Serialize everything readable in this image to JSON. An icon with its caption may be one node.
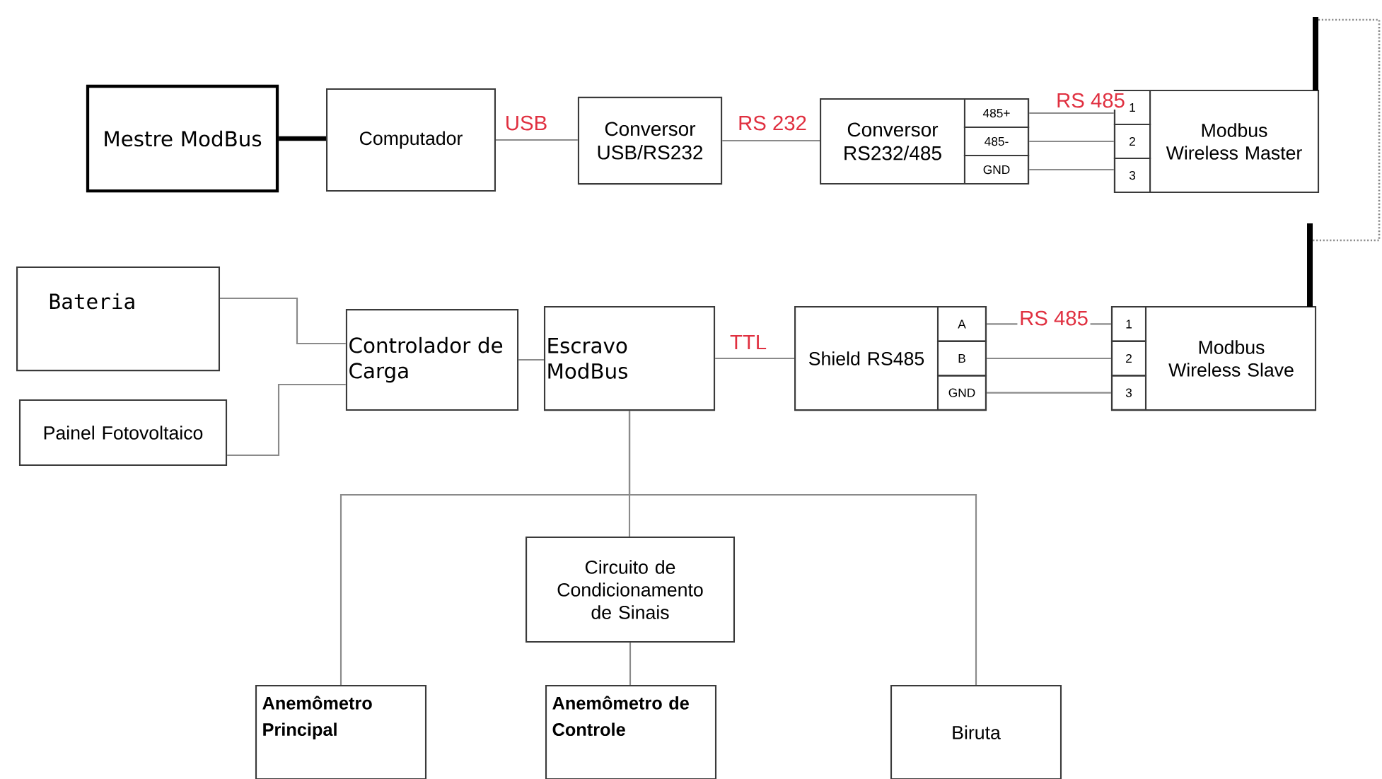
{
  "diagram": {
    "nodes": [
      {
        "text": [
          "Mestre ModBus"
        ]
      },
      {
        "text": [
          "Computador"
        ]
      },
      {
        "text": [
          "Conversor USB/RS232"
        ]
      },
      {
        "text": [
          "Conversor RS232/485"
        ]
      },
      {
        "text": [
          "485+"
        ],
        "in": 3
      },
      {
        "text": [
          "485-"
        ],
        "in": 3
      },
      {
        "text": [
          "GND"
        ],
        "in": 3
      },
      {
        "text": [
          "Modbus Wireless Master"
        ]
      },
      {
        "text": [
          "1"
        ],
        "in": 7
      },
      {
        "text": [
          "2"
        ],
        "in": 7
      },
      {
        "text": [
          "3"
        ],
        "in": 7
      },
      {
        "text": [
          "Bateria"
        ]
      },
      {
        "text": [
          "Controlador de Carga"
        ]
      },
      {
        "text": [
          "Escravo ModBus"
        ]
      },
      {
        "text": [
          "Shield RS485"
        ]
      },
      {
        "text": [
          "A"
        ],
        "in": 14
      },
      {
        "text": [
          "B"
        ],
        "in": 14
      },
      {
        "text": [
          "GND"
        ],
        "in": 14
      },
      {
        "text": [
          "Modbus Wireless Slave"
        ]
      },
      {
        "text": [
          "1"
        ],
        "in": 18
      },
      {
        "text": [
          "2"
        ],
        "in": 18
      },
      {
        "text": [
          "3"
        ],
        "in": 18
      },
      {
        "text": [
          "Painel Fotovoltaico"
        ]
      },
      {
        "text": [
          "Circuito de Condicionamento de Sinais"
        ]
      },
      {
        "text": [
          "Anemômetro Principal"
        ]
      },
      {
        "text": [
          "Anemômetro de Controle"
        ]
      },
      {
        "text": [
          "Biruta"
        ]
      }
    ],
    "edges": [
      {
        "from": 0,
        "to": 1,
        "arrow": "none",
        "style": "thick",
        "color": "#000000"
      },
      {
        "from": 1,
        "to": 2,
        "arrow": "none",
        "label": "USB"
      },
      {
        "from": 2,
        "to": 3,
        "arrow": "none",
        "label": "RS 232"
      },
      {
        "from": 4,
        "to": 8,
        "arrow": "none",
        "label": "RS 485"
      },
      {
        "from": 5,
        "to": 9,
        "arrow": "none"
      },
      {
        "from": 6,
        "to": 10,
        "arrow": "none"
      },
      {
        "from": 7,
        "to": 18,
        "arrow": "none",
        "style": "dashed"
      },
      {
        "from": 11,
        "to": 12,
        "arrow": "none"
      },
      {
        "from": 22,
        "to": 12,
        "arrow": "none"
      },
      {
        "from": 12,
        "to": 13,
        "arrow": "none"
      },
      {
        "from": 13,
        "to": 14,
        "arrow": "none",
        "label": "TTL"
      },
      {
        "from": 15,
        "to": 19,
        "arrow": "none",
        "label": "RS 485"
      },
      {
        "from": 16,
        "to": 20,
        "arrow": "none"
      },
      {
        "from": 17,
        "to": 21,
        "arrow": "none"
      },
      {
        "from": 13,
        "to": 24,
        "arrow": "none"
      },
      {
        "from": 13,
        "to": 23,
        "arrow": "none"
      },
      {
        "from": 13,
        "to": 26,
        "arrow": "none"
      },
      {
        "from": 23,
        "to": 25,
        "arrow": "none"
      }
    ]
  }
}
